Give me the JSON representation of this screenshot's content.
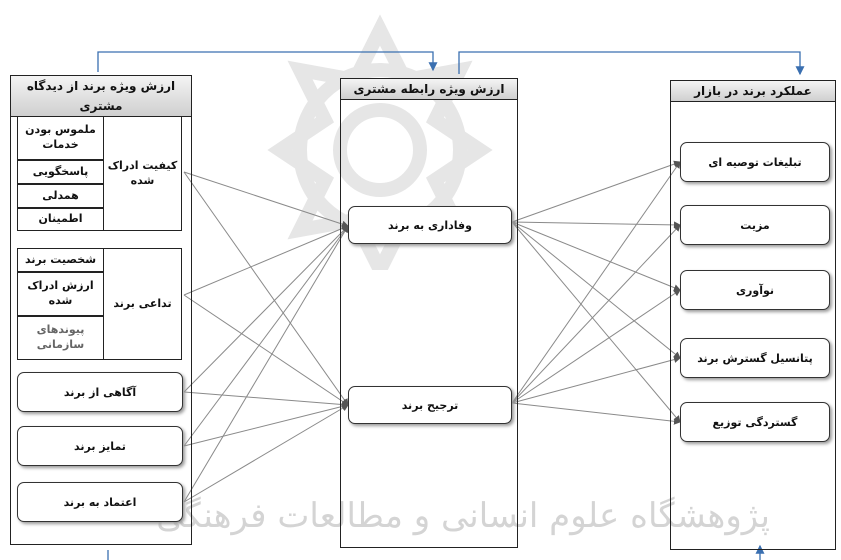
{
  "columns": {
    "brand_equity": {
      "title": "ارزش ویژه برند از دیدگاه مشتری"
    },
    "relationship": {
      "title": "ارزش ویژه رابطه مشتری"
    },
    "performance": {
      "title": "عملکرد برند در بازار"
    }
  },
  "perceived_quality": {
    "label": "کیفیت ادراک شده",
    "items": [
      "ملموس بودن خدمات",
      "پاسخگویی",
      "همدلی",
      "اطمینان"
    ]
  },
  "brand_association": {
    "label": "تداعی برند",
    "items": [
      "شخصیت برند",
      "ارزش ادراک شده",
      "پیوندهای سازمانی"
    ]
  },
  "left_boxes": [
    "آگاهی از برند",
    "تمایز برند",
    "اعتماد به برند"
  ],
  "middle_boxes": [
    "وفاداری به برند",
    "ترجیح برند"
  ],
  "right_boxes": [
    "تبلیغات توصیه ای",
    "مزیت",
    "نوآوری",
    "پتانسیل گسترش برند",
    "گستردگی توزیع"
  ],
  "watermark": "پژوهشگاه علوم انسانی و مطالعات فرهنگی"
}
